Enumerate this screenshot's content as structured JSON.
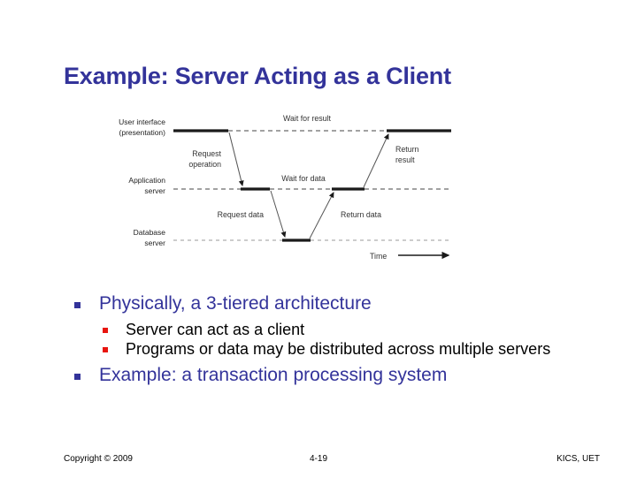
{
  "slide": {
    "title": "Example: Server Acting as a Client",
    "accent_color": "#33339a",
    "sub_bullet_marker_color": "#e8150f"
  },
  "diagram": {
    "name": "three-tier-request-response-timing-diagram",
    "tiers": [
      {
        "id": "ui",
        "label_line1": "User interface",
        "label_line2": "(presentation)"
      },
      {
        "id": "app",
        "label_line1": "Application",
        "label_line2": "server"
      },
      {
        "id": "db",
        "label_line1": "Database",
        "label_line2": "server"
      }
    ],
    "annotations": {
      "wait_for_result": "Wait for result",
      "wait_for_data": "Wait for data",
      "request_operation_line1": "Request",
      "request_operation_line2": "operation",
      "return_result_line1": "Return",
      "return_result_line2": "result",
      "request_data": "Request data",
      "return_data": "Return data",
      "time_axis": "Time"
    }
  },
  "bullets": [
    {
      "level": 1,
      "text": "Physically, a 3-tiered architecture",
      "children": [
        {
          "level": 2,
          "text": "Server can act as a client"
        },
        {
          "level": 2,
          "text": "Programs or data may be distributed across multiple servers"
        }
      ]
    },
    {
      "level": 1,
      "text": "Example: a transaction processing system",
      "children": []
    }
  ],
  "footer": {
    "copyright": "Copyright © 2009",
    "page_number": "4-19",
    "organization": "KICS, UET"
  }
}
